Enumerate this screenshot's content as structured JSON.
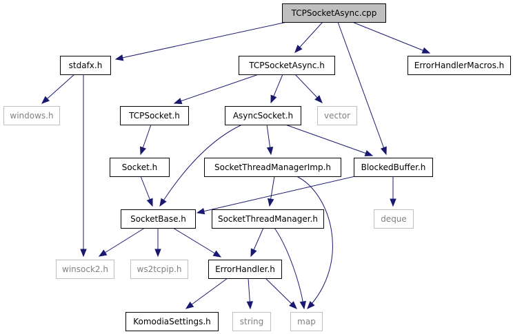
{
  "diagram": {
    "type": "include-dependency-graph",
    "colors": {
      "edge": "#191970",
      "root_fill": "#bfbfbf",
      "node_border": "#000000",
      "external_border": "#bfbfbf",
      "external_text": "#808080"
    },
    "nodes": [
      {
        "id": "tcpsocketasync_cpp",
        "label": "TCPSocketAsync.cpp",
        "kind": "root"
      },
      {
        "id": "stdafx_h",
        "label": "stdafx.h",
        "kind": "internal"
      },
      {
        "id": "tcpsocketasync_h",
        "label": "TCPSocketAsync.h",
        "kind": "internal"
      },
      {
        "id": "errorhandlermacros_h",
        "label": "ErrorHandlerMacros.h",
        "kind": "internal"
      },
      {
        "id": "windows_h",
        "label": "windows.h",
        "kind": "external"
      },
      {
        "id": "tcpsocket_h",
        "label": "TCPSocket.h",
        "kind": "internal"
      },
      {
        "id": "asyncsocket_h",
        "label": "AsyncSocket.h",
        "kind": "internal"
      },
      {
        "id": "vector",
        "label": "vector",
        "kind": "external"
      },
      {
        "id": "socket_h",
        "label": "Socket.h",
        "kind": "internal"
      },
      {
        "id": "socketthreadmanagerimp_h",
        "label": "SocketThreadManagerImp.h",
        "kind": "internal"
      },
      {
        "id": "blockedbuffer_h",
        "label": "BlockedBuffer.h",
        "kind": "internal"
      },
      {
        "id": "socketbase_h",
        "label": "SocketBase.h",
        "kind": "internal"
      },
      {
        "id": "socketthreadmanager_h",
        "label": "SocketThreadManager.h",
        "kind": "internal"
      },
      {
        "id": "deque",
        "label": "deque",
        "kind": "external"
      },
      {
        "id": "winsock2_h",
        "label": "winsock2.h",
        "kind": "external"
      },
      {
        "id": "ws2tcpip_h",
        "label": "ws2tcpip.h",
        "kind": "external"
      },
      {
        "id": "errorhandler_h",
        "label": "ErrorHandler.h",
        "kind": "internal"
      },
      {
        "id": "komodiasettings_h",
        "label": "KomodiaSettings.h",
        "kind": "internal"
      },
      {
        "id": "string",
        "label": "string",
        "kind": "external"
      },
      {
        "id": "map",
        "label": "map",
        "kind": "external"
      }
    ],
    "edges": [
      {
        "from": "tcpsocketasync_cpp",
        "to": "stdafx_h"
      },
      {
        "from": "tcpsocketasync_cpp",
        "to": "tcpsocketasync_h"
      },
      {
        "from": "tcpsocketasync_cpp",
        "to": "errorhandlermacros_h"
      },
      {
        "from": "tcpsocketasync_cpp",
        "to": "blockedbuffer_h"
      },
      {
        "from": "stdafx_h",
        "to": "windows_h"
      },
      {
        "from": "stdafx_h",
        "to": "winsock2_h"
      },
      {
        "from": "tcpsocketasync_h",
        "to": "tcpsocket_h"
      },
      {
        "from": "tcpsocketasync_h",
        "to": "asyncsocket_h"
      },
      {
        "from": "tcpsocketasync_h",
        "to": "vector"
      },
      {
        "from": "tcpsocket_h",
        "to": "socket_h"
      },
      {
        "from": "socket_h",
        "to": "socketbase_h"
      },
      {
        "from": "asyncsocket_h",
        "to": "socketbase_h"
      },
      {
        "from": "asyncsocket_h",
        "to": "socketthreadmanagerimp_h"
      },
      {
        "from": "asyncsocket_h",
        "to": "blockedbuffer_h"
      },
      {
        "from": "socketthreadmanagerimp_h",
        "to": "socketthreadmanager_h"
      },
      {
        "from": "socketthreadmanagerimp_h",
        "to": "map"
      },
      {
        "from": "blockedbuffer_h",
        "to": "socketbase_h"
      },
      {
        "from": "blockedbuffer_h",
        "to": "deque"
      },
      {
        "from": "socketbase_h",
        "to": "winsock2_h"
      },
      {
        "from": "socketbase_h",
        "to": "ws2tcpip_h"
      },
      {
        "from": "socketbase_h",
        "to": "errorhandler_h"
      },
      {
        "from": "socketthreadmanager_h",
        "to": "errorhandler_h"
      },
      {
        "from": "socketthreadmanager_h",
        "to": "map"
      },
      {
        "from": "errorhandler_h",
        "to": "komodiasettings_h"
      },
      {
        "from": "errorhandler_h",
        "to": "string"
      },
      {
        "from": "errorhandler_h",
        "to": "map"
      }
    ]
  }
}
